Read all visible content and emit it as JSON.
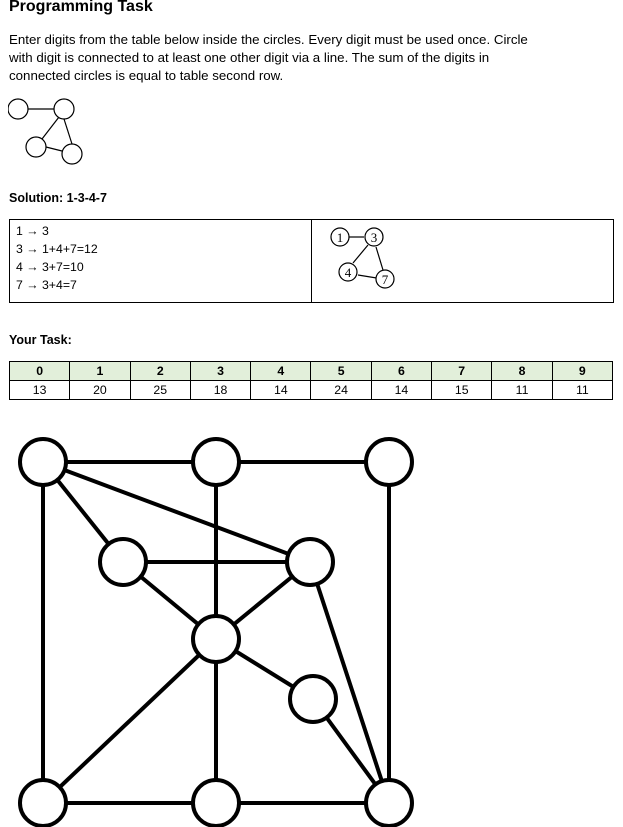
{
  "title": "Programming Task",
  "intro_lines": [
    "Enter digits from the table below inside the circles. Every digit must be used once. Circle",
    "with digit is connected to at least one other digit via a line. The sum of the digits in",
    "connected circles is equal to table second row."
  ],
  "solution": {
    "heading": "Solution: 1-3-4-7",
    "lines": [
      "1 → 3",
      "3 → 1+4+7=12",
      "4 → 3+7=10",
      "7 → 3+4=7"
    ],
    "graph_labels": [
      "1",
      "3",
      "4",
      "7"
    ]
  },
  "task": {
    "heading": "Your Task:",
    "digits": [
      "0",
      "1",
      "2",
      "3",
      "4",
      "5",
      "6",
      "7",
      "8",
      "9"
    ],
    "sums": [
      "13",
      "20",
      "25",
      "18",
      "14",
      "24",
      "14",
      "15",
      "11",
      "11"
    ]
  }
}
